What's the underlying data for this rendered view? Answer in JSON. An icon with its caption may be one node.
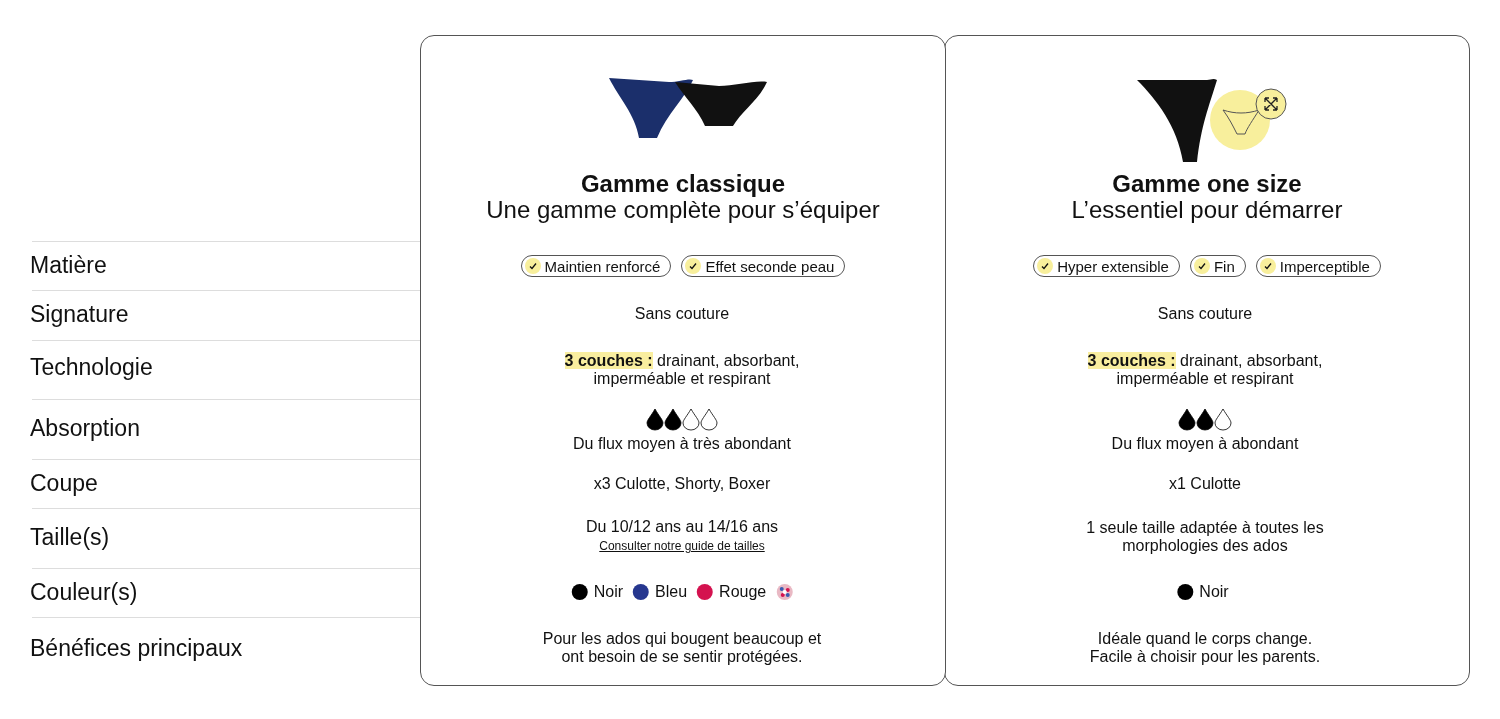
{
  "diagram": {
    "nodes": [
      {
        "text": [
          "Gamme classique",
          "Une gamme complète pour s’équiper"
        ]
      },
      {
        "text": [
          "Gamme one size",
          "L’essentiel pour démarrer"
        ]
      },
      {
        "text": [
          "Maintien renforcé"
        ],
        "in": 0
      },
      {
        "text": [
          "Effet seconde peau"
        ],
        "in": 0
      },
      {
        "text": [
          "Hyper extensible"
        ],
        "in": 1
      },
      {
        "text": [
          "Fin"
        ],
        "in": 1
      },
      {
        "text": [
          "Imperceptible"
        ],
        "in": 1
      }
    ],
    "labels": [
      "Matière",
      "Signature",
      "Sans couture",
      "Sans couture",
      "Technologie",
      "**3 couches :** drainant, absorbant, imperméable et respirant",
      "**3 couches :** drainant, absorbant, imperméable et respirant",
      "Absorption",
      "Du flux moyen à très abondant",
      "Du flux moyen à abondant",
      "Coupe",
      "x3 Culotte, Shorty, Boxer",
      "x1 Culotte",
      "Taille(s)",
      "Du 10/12 ans au 14/16 ans",
      "Consulter notre guide de tailles",
      "1 seule taille adaptée à toutes les morphologies des ados",
      "Couleur(s)",
      "Bénéfices principaux",
      "Pour les ados qui bougent beaucoup et ont besoin de se sentir protégées.",
      "Idéale quand le corps change. Facile à choisir pour les parents."
    ],
    "legend": [
      {
        "text": "Noir",
        "color": "#000000"
      },
      {
        "text": "Bleu",
        "color": "#26378f"
      },
      {
        "text": "Rouge",
        "color": "#d4124f"
      },
      {
        "text": "Noir",
        "color": "#000000"
      }
    ]
  }
}
